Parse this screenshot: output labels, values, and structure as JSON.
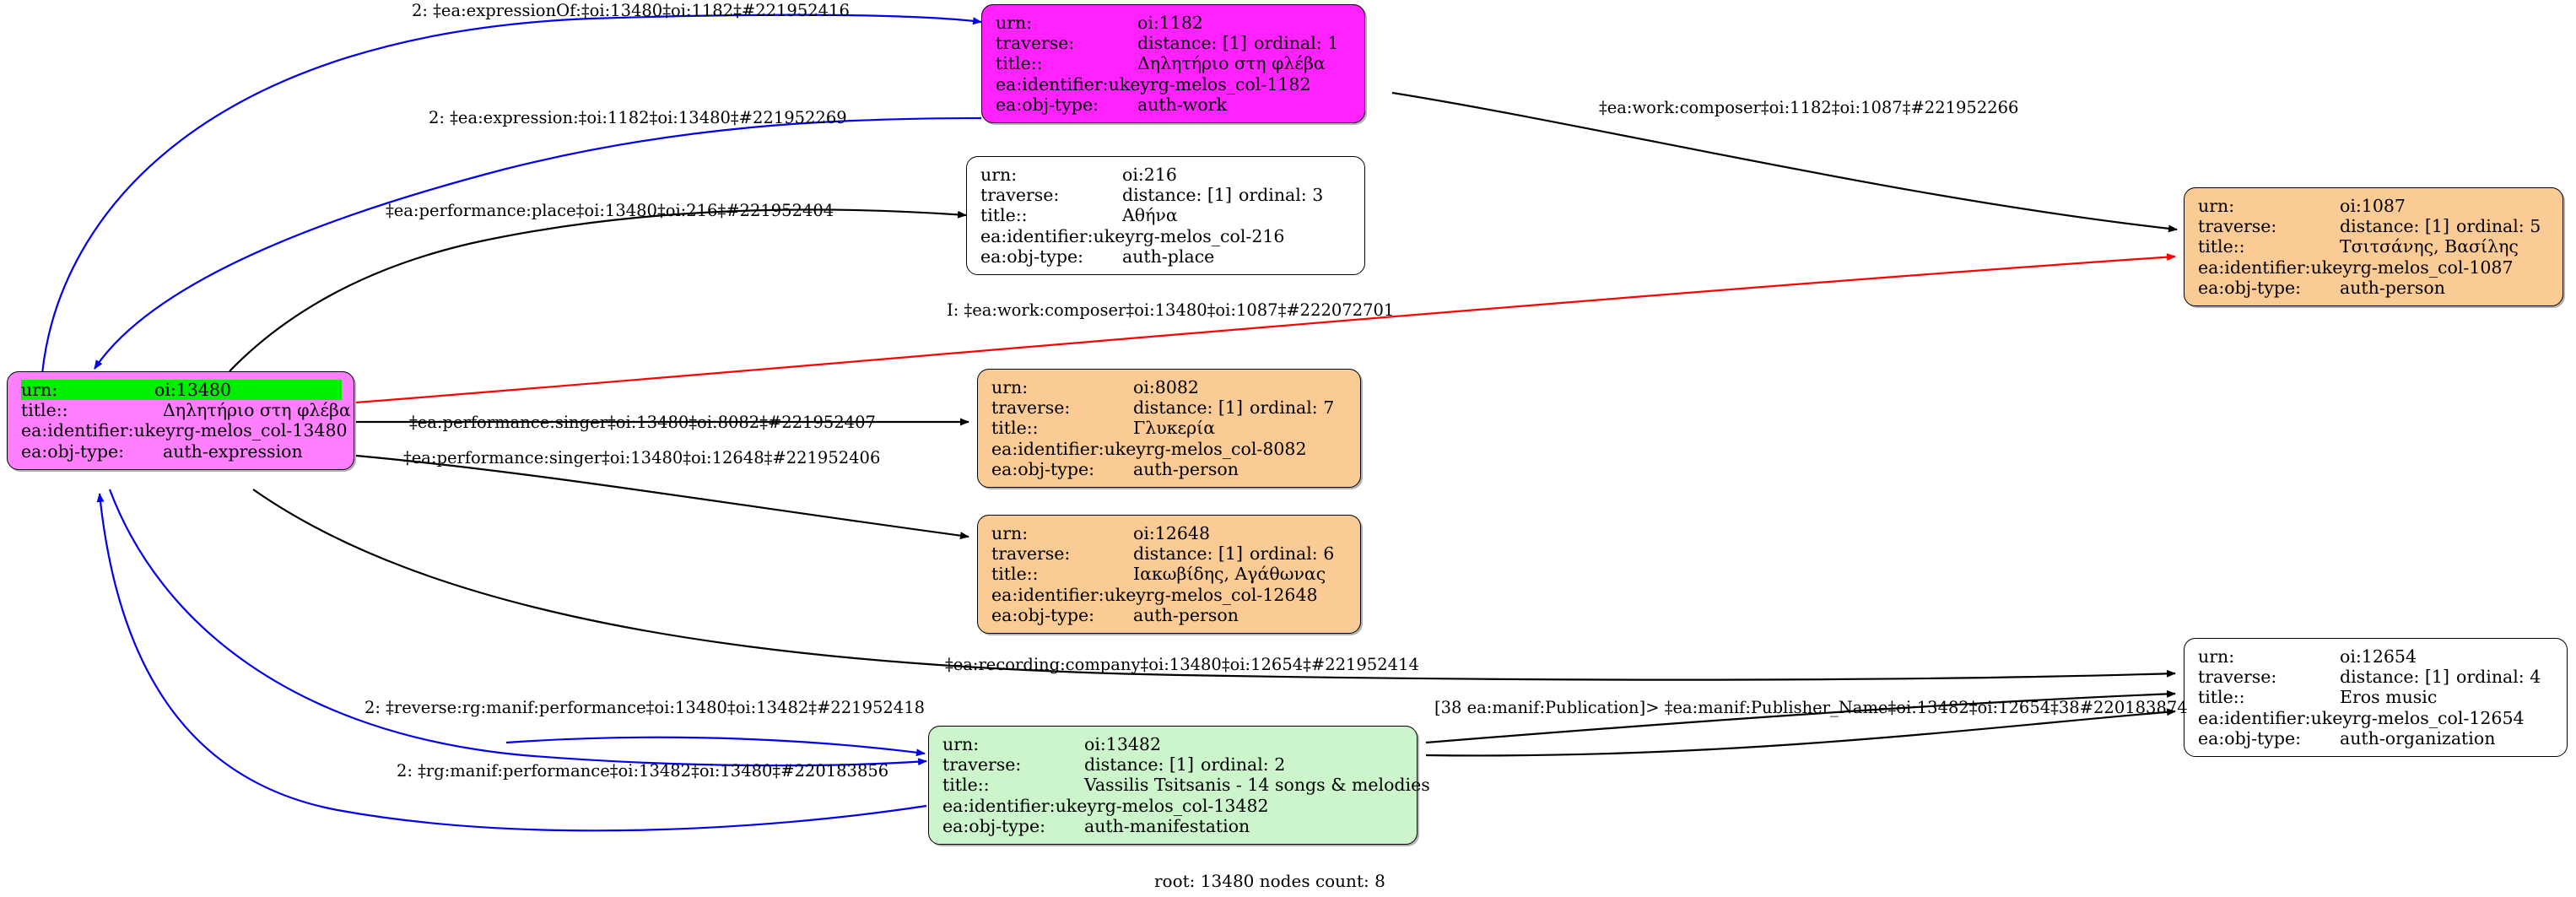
{
  "graph": {
    "footer": "root: 13480 nodes count: 8",
    "colors": {
      "root_fill": "#ff80ff",
      "work_fill": "#ff22ff",
      "person_fill": "#fbcb95",
      "manifestation_fill": "#ccf5cc",
      "plain_fill": "#ffffff",
      "highlight_fill": "#00ee00",
      "edge_default": "#000000",
      "edge_blue": "#0000ee",
      "edge_red": "#ff0000"
    },
    "field_labels": {
      "urn": "urn:",
      "traverse": "traverse:",
      "title": "title::",
      "ukey": "ea:identifier:ukey",
      "objtype": "ea:obj-type:"
    },
    "nodes": [
      {
        "id": "n13480",
        "style": "root",
        "urn": "oi:13480",
        "traverse": null,
        "distance": null,
        "ordinal": null,
        "title": "Δηλητήριο στη φλέβα",
        "ukey": "rg-melos_col-13480",
        "objtype": "auth-expression"
      },
      {
        "id": "n1182",
        "style": "work",
        "urn": "oi:1182",
        "traverse": "traverse:",
        "distance": "distance: [1]",
        "ordinal": "ordinal: 1",
        "title": "Δηλητήριο στη φλέβα",
        "ukey": "rg-melos_col-1182",
        "objtype": "auth-work"
      },
      {
        "id": "n216",
        "style": "plain",
        "urn": "oi:216",
        "traverse": "traverse:",
        "distance": "distance: [1]",
        "ordinal": "ordinal: 3",
        "title": "Αθήνα",
        "ukey": "rg-melos_col-216",
        "objtype": "auth-place"
      },
      {
        "id": "n1087",
        "style": "person",
        "urn": "oi:1087",
        "traverse": "traverse:",
        "distance": "distance: [1]",
        "ordinal": "ordinal: 5",
        "title": "Τσιτσάνης, Βασίλης",
        "ukey": "rg-melos_col-1087",
        "objtype": "auth-person"
      },
      {
        "id": "n8082",
        "style": "person",
        "urn": "oi:8082",
        "traverse": "traverse:",
        "distance": "distance: [1]",
        "ordinal": "ordinal: 7",
        "title": "Γλυκερία",
        "ukey": "rg-melos_col-8082",
        "objtype": "auth-person"
      },
      {
        "id": "n12648",
        "style": "person",
        "urn": "oi:12648",
        "traverse": "traverse:",
        "distance": "distance: [1]",
        "ordinal": "ordinal: 6",
        "title": "Ιακωβίδης, Αγάθωνας",
        "ukey": "rg-melos_col-12648",
        "objtype": "auth-person"
      },
      {
        "id": "n13482",
        "style": "manifestation",
        "urn": "oi:13482",
        "traverse": "traverse:",
        "distance": "distance: [1]",
        "ordinal": "ordinal: 2",
        "title": "Vassilis Tsitsanis - 14 songs & melodies",
        "ukey": "rg-melos_col-13482",
        "objtype": "auth-manifestation"
      },
      {
        "id": "n12654",
        "style": "plain",
        "urn": "oi:12654",
        "traverse": "traverse:",
        "distance": "distance: [1]",
        "ordinal": "ordinal: 4",
        "title": "Eros music",
        "ukey": "rg-melos_col-12654",
        "objtype": "auth-organization"
      }
    ],
    "edges": [
      {
        "id": "e1",
        "label": "2: ‡ea:expressionOf:‡oi:13480‡oi:1182‡#221952416",
        "color": "#0000ee",
        "from": "n13480",
        "to": "n1182"
      },
      {
        "id": "e2",
        "label": "2: ‡ea:expression:‡oi:1182‡oi:13480‡#221952269",
        "color": "#0000ee",
        "from": "n1182",
        "to": "n13480"
      },
      {
        "id": "e3",
        "label": "‡ea:performance:place‡oi:13480‡oi:216‡#221952404",
        "color": "#000000",
        "from": "n13480",
        "to": "n216"
      },
      {
        "id": "e4",
        "label": "‡ea:work:composer‡oi:1182‡oi:1087‡#221952266",
        "color": "#000000",
        "from": "n1182",
        "to": "n1087"
      },
      {
        "id": "e5",
        "label": "I: ‡ea:work:composer‡oi:13480‡oi:1087‡#222072701",
        "color": "#ff0000",
        "from": "n13480",
        "to": "n1087"
      },
      {
        "id": "e6",
        "label": "‡ea:performance:singer‡oi:13480‡oi:8082‡#221952407",
        "color": "#000000",
        "from": "n13480",
        "to": "n8082"
      },
      {
        "id": "e7",
        "label": "‡ea:performance:singer‡oi:13480‡oi:12648‡#221952406",
        "color": "#000000",
        "from": "n13480",
        "to": "n12648"
      },
      {
        "id": "e8",
        "label": "‡ea:recording:company‡oi:13480‡oi:12654‡#221952414",
        "color": "#000000",
        "from": "n13480",
        "to": "n12654"
      },
      {
        "id": "e9",
        "label": "2: ‡reverse:rg:manif:performance‡oi:13480‡oi:13482‡#221952418",
        "color": "#0000ee",
        "from": "n13480",
        "to": "n13482"
      },
      {
        "id": "e10",
        "label": "2: ‡rg:manif:performance‡oi:13482‡oi:13480‡#220183856",
        "color": "#0000ee",
        "from": "n13482",
        "to": "n13480"
      },
      {
        "id": "e11",
        "label": "[38 ea:manif:Publication]> ‡ea:manif:Publisher_Name‡oi:13482‡oi:12654‡38#220183874",
        "color": "#000000",
        "from": "n13482",
        "to": "n12654"
      }
    ]
  }
}
